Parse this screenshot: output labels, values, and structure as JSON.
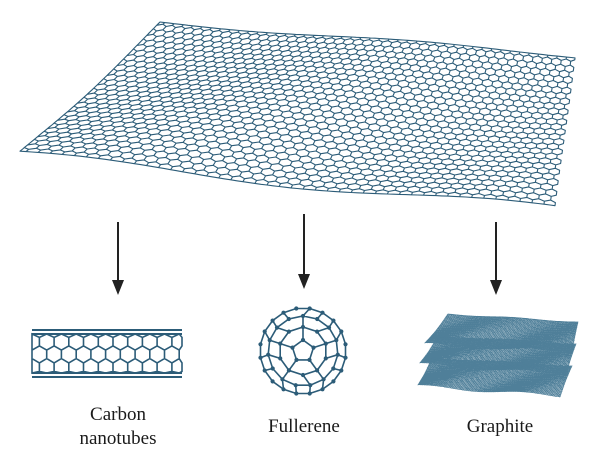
{
  "colors": {
    "lattice": "#2c5c78",
    "lattice_light": "#4f7f99",
    "arrow": "#222222",
    "text": "#1a1a1a"
  },
  "diagram": {
    "source": "graphene sheet",
    "arrows": 3,
    "products": [
      {
        "id": "carbon-nanotubes",
        "label_lines": [
          "Carbon",
          "nanotubes"
        ]
      },
      {
        "id": "fullerene",
        "label_lines": [
          "Fullerene"
        ]
      },
      {
        "id": "graphite",
        "label_lines": [
          "Graphite"
        ]
      }
    ]
  }
}
